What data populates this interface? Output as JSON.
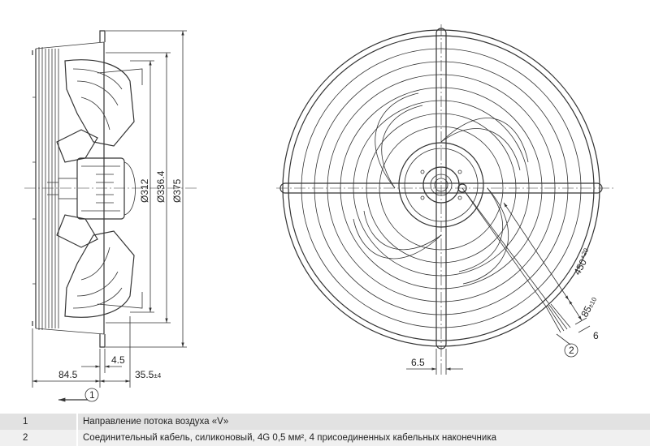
{
  "dimensions": {
    "d312": "Ø312",
    "d336": "Ø336.4",
    "d375": "Ø375",
    "w84": "84.5",
    "w4": "4.5",
    "w35": "35.5",
    "w35_tol": "±4",
    "w6_5": "6.5",
    "len450": "450",
    "len450_tol": "+20",
    "len85": "85",
    "len85_tol": "±10",
    "w6": "6"
  },
  "callouts": {
    "c1": "1",
    "c2": "2"
  },
  "legend": [
    {
      "num": "1",
      "text": "Направление потока воздуха «V»"
    },
    {
      "num": "2",
      "text": "Соединительный кабель, силиконовый, 4G 0,5 мм², 4 присоединенных кабельных наконечника"
    }
  ]
}
